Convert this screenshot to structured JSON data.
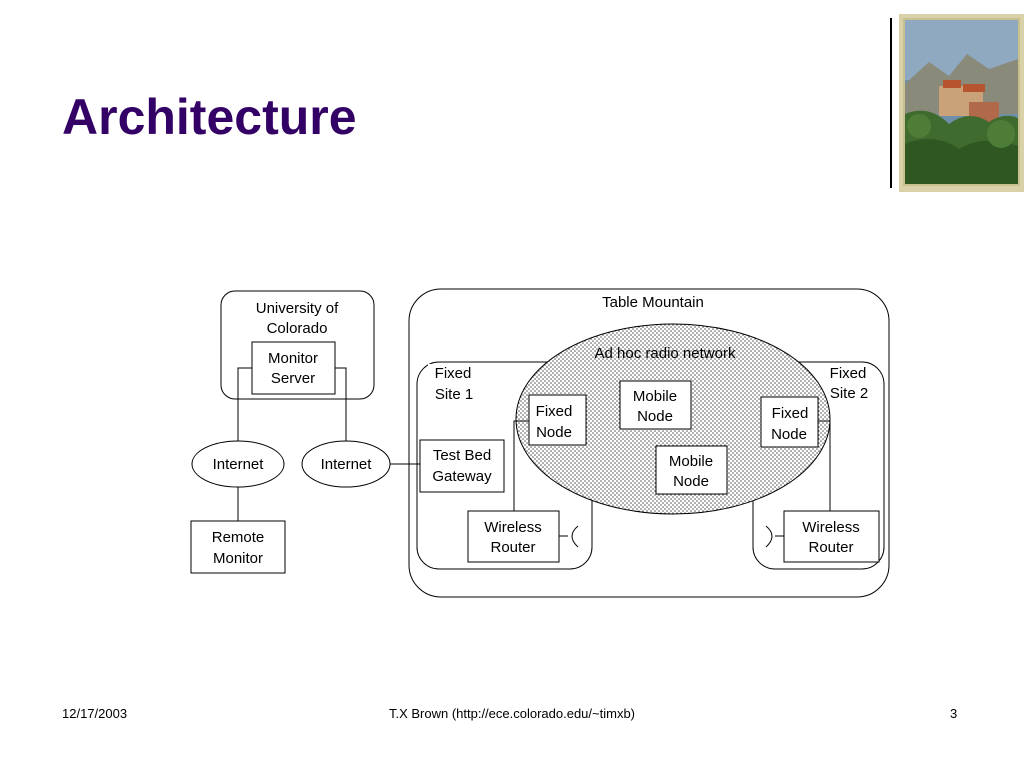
{
  "slide": {
    "title": "Architecture"
  },
  "diagram": {
    "university_label_line1": "University of",
    "university_label_line2": "Colorado",
    "monitor_server_line1": "Monitor",
    "monitor_server_line2": "Server",
    "internet_left": "Internet",
    "internet_right": "Internet",
    "remote_monitor_line1": "Remote",
    "remote_monitor_line2": "Monitor",
    "table_mountain": "Table Mountain",
    "adhoc_network": "Ad hoc radio network",
    "fixed_site1_line1": "Fixed",
    "fixed_site1_line2": "Site 1",
    "fixed_site2_line1": "Fixed",
    "fixed_site2_line2": "Site 2",
    "fixed_node_left_line1": "Fixed",
    "fixed_node_left_line2": "Node",
    "fixed_node_right_line1": "Fixed",
    "fixed_node_right_line2": "Node",
    "mobile_node_1_line1": "Mobile",
    "mobile_node_1_line2": "Node",
    "mobile_node_2_line1": "Mobile",
    "mobile_node_2_line2": "Node",
    "gateway_line1": "Test Bed",
    "gateway_line2": "Gateway",
    "router_left_line1": "Wireless",
    "router_left_line2": "Router",
    "router_right_line1": "Wireless",
    "router_right_line2": "Router"
  },
  "footer": {
    "date": "12/17/2003",
    "credit": "T.X Brown (http://ece.colorado.edu/~timxb)",
    "page": "3"
  },
  "colors": {
    "title": "#330066",
    "line": "#000000",
    "network_fill": "#e8e8e8"
  },
  "icons": {
    "photo": "campus-photo",
    "antenna": "antenna-icon"
  }
}
